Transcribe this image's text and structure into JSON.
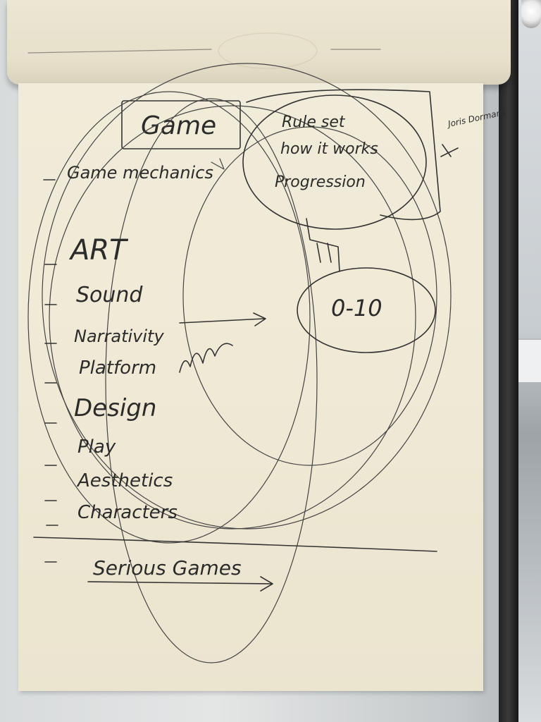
{
  "flipchart": {
    "title": "Game",
    "left_list": {
      "game_mechanics": "Game mechanics",
      "art": "ART",
      "sound": "Sound",
      "narrativity": "Narrativity",
      "platform": "Platform",
      "design": "Design",
      "play": "Play",
      "aesthetics": "Aesthetics",
      "characters": "Characters",
      "serious_games": "Serious Games"
    },
    "right_notes": {
      "rule_set": "Rule set",
      "how_it_works": "how it works",
      "progression": "Progression",
      "scale": "0-10",
      "author": "Joris Dormans"
    }
  },
  "colors": {
    "ink": "#2b2b2b",
    "paper": "#efe9d5",
    "easel": "#222222"
  }
}
